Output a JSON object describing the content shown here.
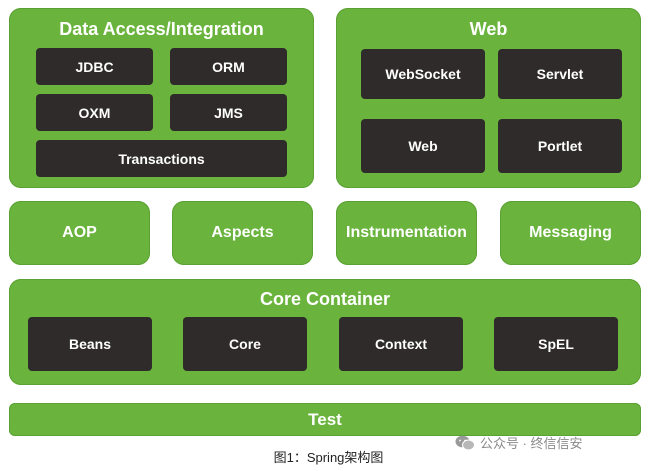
{
  "data_access": {
    "title": "Data Access/Integration",
    "items": [
      "JDBC",
      "ORM",
      "OXM",
      "JMS",
      "Transactions"
    ]
  },
  "web": {
    "title": "Web",
    "items": [
      "WebSocket",
      "Servlet",
      "Web",
      "Portlet"
    ]
  },
  "middle": [
    "AOP",
    "Aspects",
    "Instrumentation",
    "Messaging"
  ],
  "core_container": {
    "title": "Core Container",
    "items": [
      "Beans",
      "Core",
      "Context",
      "SpEL"
    ]
  },
  "test": "Test",
  "caption": "图1：Spring架构图",
  "watermark": {
    "text": "公众号 · 终信信安",
    "icon": "wechat-icon"
  },
  "colors": {
    "module_green": "#6ab43e",
    "submodule_dark": "#2e2b2a",
    "text": "#ffffff"
  }
}
